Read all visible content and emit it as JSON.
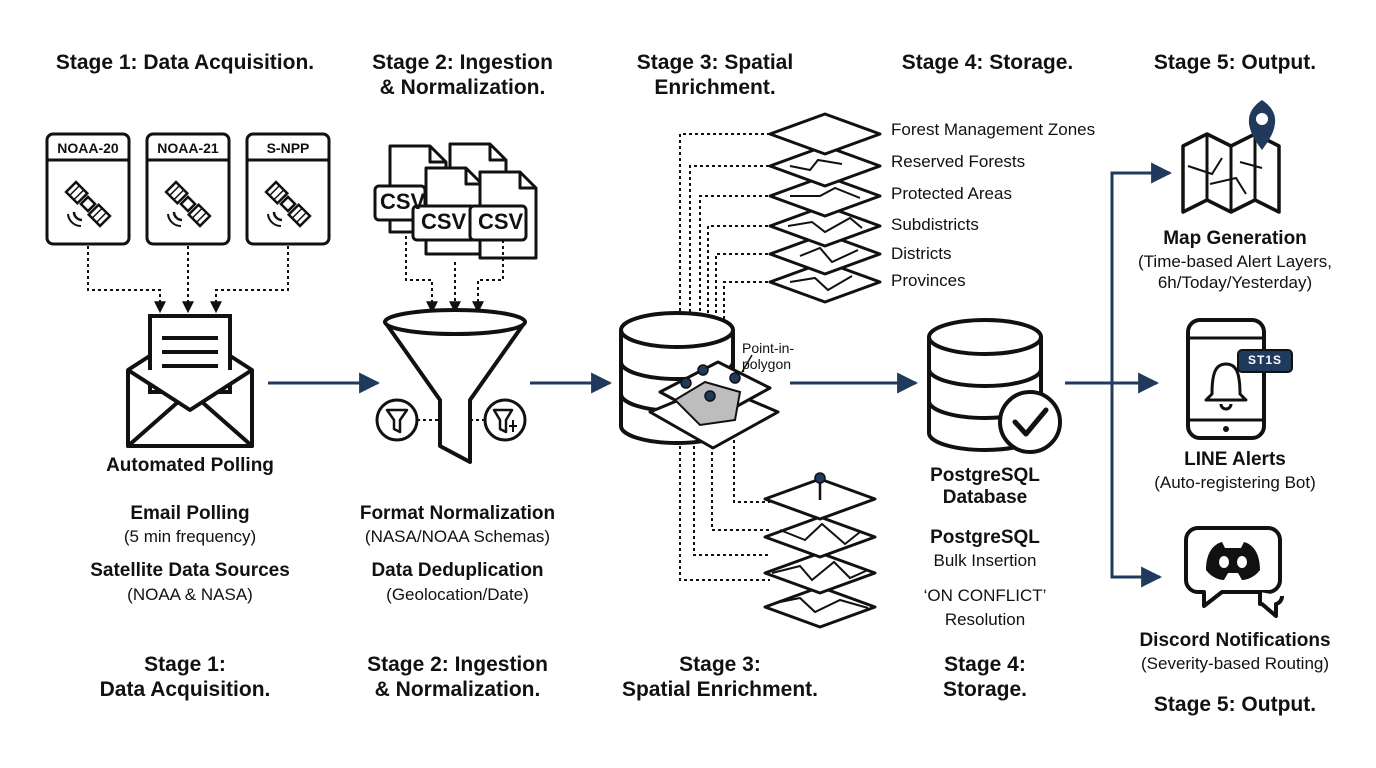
{
  "stages": [
    {
      "top_title": "Stage 1: Data Acquisition.",
      "bottom_title": "Stage 1:\nData Acquisition.",
      "satellites": [
        "NOAA-20",
        "NOAA-21",
        "S-NPP"
      ],
      "node_label": "Automated Polling",
      "details": [
        {
          "title": "Email Polling",
          "sub": "(5 min frequency)"
        },
        {
          "title": "Satellite Data Sources",
          "sub": "(NOAA & NASA)"
        }
      ]
    },
    {
      "top_title": "Stage 2: Ingestion\n& Normalization.",
      "bottom_title": "Stage 2: Ingestion\n& Normalization.",
      "file_labels": [
        "CSV",
        "CSV",
        "CSV"
      ],
      "details": [
        {
          "title": "Format Normalization",
          "sub": "(NASA/NOAA Schemas)"
        },
        {
          "title": "Data Deduplication",
          "sub": "(Geolocation/Date)"
        }
      ]
    },
    {
      "top_title": "Stage 3: Spatial\nEnrichment.",
      "bottom_title": "Stage 3:\nSpatial Enrichment.",
      "layers": [
        "Forest Management Zones",
        "Reserved Forests",
        "Protected Areas",
        "Subdistricts",
        "Districts",
        "Provinces"
      ],
      "annotation": "Point-in-\npolygon"
    },
    {
      "top_title": "Stage 4: Storage.",
      "bottom_title": "Stage 4:\nStorage.",
      "db_label": "PostgreSQL\nDatabase",
      "details": [
        {
          "title": "PostgreSQL",
          "sub": "Bulk Insertion"
        },
        {
          "title": "",
          "sub": "‘ON CONFLICT’\nResolution"
        }
      ]
    },
    {
      "top_title": "Stage 5: Output.",
      "bottom_title": "Stage 5: Output.",
      "outputs": [
        {
          "title": "Map Generation",
          "sub": "(Time-based Alert Layers,\n6h/Today/Yesterday)"
        },
        {
          "title": "LINE Alerts",
          "sub": "(Auto-registering Bot)",
          "badge": "ST1S"
        },
        {
          "title": "Discord Notifications",
          "sub": "(Severity-based Routing)"
        }
      ]
    }
  ],
  "colors": {
    "arrow": "#1f3a5c",
    "ink": "#111111",
    "fill_gray": "#bdbdbd"
  }
}
